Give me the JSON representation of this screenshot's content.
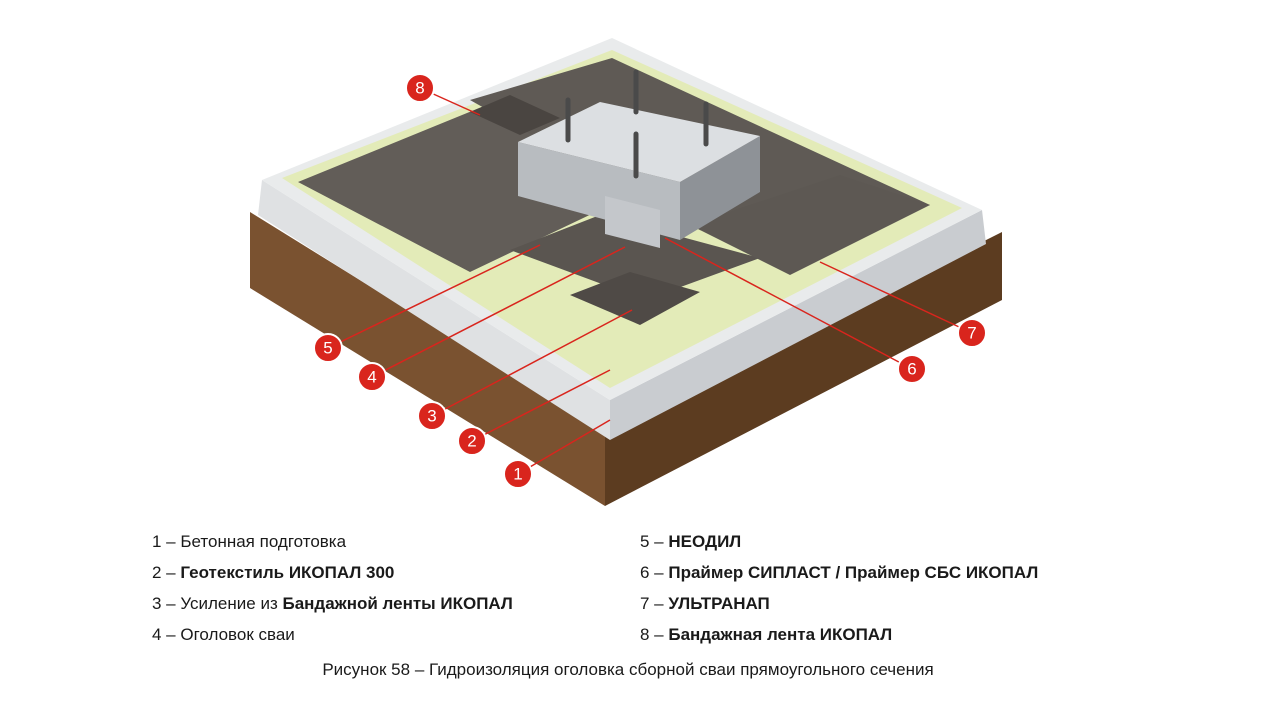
{
  "callouts": [
    {
      "label": "1"
    },
    {
      "label": "2"
    },
    {
      "label": "3"
    },
    {
      "label": "4"
    },
    {
      "label": "5"
    },
    {
      "label": "6"
    },
    {
      "label": "7"
    },
    {
      "label": "8"
    }
  ],
  "legend": {
    "left": [
      {
        "prefix": "1 – ",
        "plain": "Бетонная подготовка",
        "bold": ""
      },
      {
        "prefix": "2 – ",
        "plain": "",
        "bold": "Геотекстиль ИКОПАЛ 300"
      },
      {
        "prefix": "3 – ",
        "plain": "Усиление из ",
        "bold": "Бандажной ленты ИКОПАЛ"
      },
      {
        "prefix": "4 – ",
        "plain": "Оголовок сваи",
        "bold": ""
      }
    ],
    "right": [
      {
        "prefix": "5 – ",
        "plain": "",
        "bold": "НЕОДИЛ"
      },
      {
        "prefix": "6 – ",
        "plain": "",
        "bold": "Праймер СИПЛАСТ / Праймер СБС ИКОПАЛ"
      },
      {
        "prefix": "7 – ",
        "plain": "",
        "bold": "УЛЬТРАНАП"
      },
      {
        "prefix": "8 – ",
        "plain": "",
        "bold": "Бандажная лента ИКОПАЛ"
      }
    ]
  },
  "caption": "Рисунок 58 – Гидроизоляция оголовка сборной сваи прямоугольного сечения",
  "colors": {
    "callout": "#d9251d",
    "soil": "#6e4a2a",
    "concrete": "#e4e6e8",
    "geotextile": "#e3ebb8",
    "membrane": "#5a5550"
  }
}
